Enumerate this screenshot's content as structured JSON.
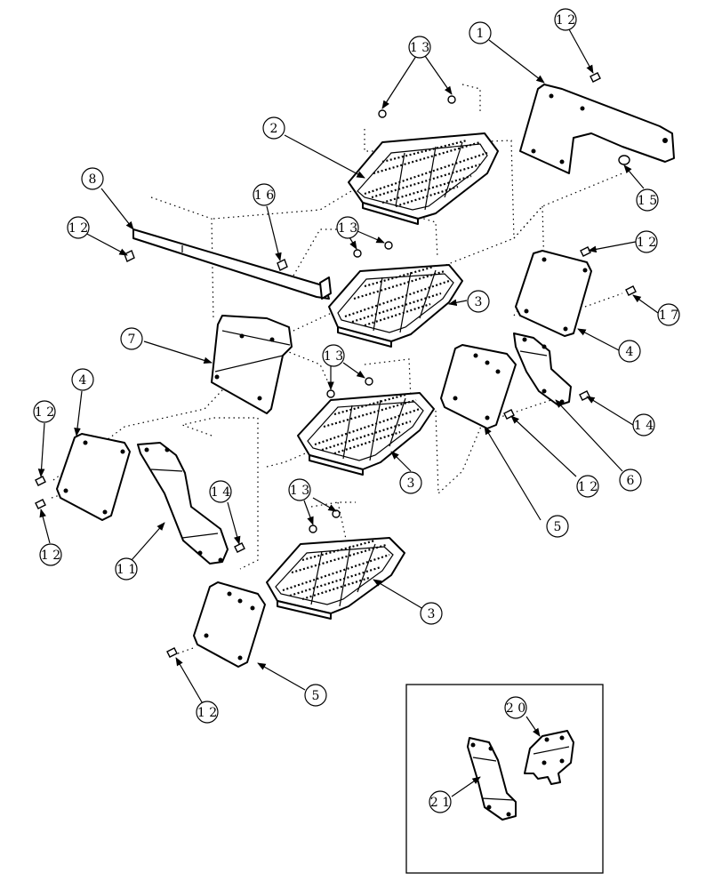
{
  "callouts": [
    {
      "id": "c1",
      "text": "1"
    },
    {
      "id": "c2",
      "text": "2"
    },
    {
      "id": "c3a",
      "text": "3"
    },
    {
      "id": "c3b",
      "text": "3"
    },
    {
      "id": "c3c",
      "text": "3"
    },
    {
      "id": "c4a",
      "text": "4"
    },
    {
      "id": "c4b",
      "text": "4"
    },
    {
      "id": "c5a",
      "text": "5"
    },
    {
      "id": "c5b",
      "text": "5"
    },
    {
      "id": "c6",
      "text": "6"
    },
    {
      "id": "c7",
      "text": "7"
    },
    {
      "id": "c8",
      "text": "8"
    },
    {
      "id": "c11",
      "text": "1 1"
    },
    {
      "id": "c12a",
      "text": "1 2"
    },
    {
      "id": "c12b",
      "text": "1 2"
    },
    {
      "id": "c12c",
      "text": "1 2"
    },
    {
      "id": "c12d",
      "text": "1 2"
    },
    {
      "id": "c12e",
      "text": "1 2"
    },
    {
      "id": "c12f",
      "text": "1 2"
    },
    {
      "id": "c12g",
      "text": "1 2"
    },
    {
      "id": "c13a",
      "text": "1 3"
    },
    {
      "id": "c13b",
      "text": "1 3"
    },
    {
      "id": "c13c",
      "text": "1 3"
    },
    {
      "id": "c13d",
      "text": "1 3"
    },
    {
      "id": "c14a",
      "text": "1 4"
    },
    {
      "id": "c14b",
      "text": "1 4"
    },
    {
      "id": "c15",
      "text": "1 5"
    },
    {
      "id": "c16",
      "text": "1 6"
    },
    {
      "id": "c17",
      "text": "1 7"
    },
    {
      "id": "c20",
      "text": "2 0"
    },
    {
      "id": "c21",
      "text": "2 1"
    }
  ]
}
